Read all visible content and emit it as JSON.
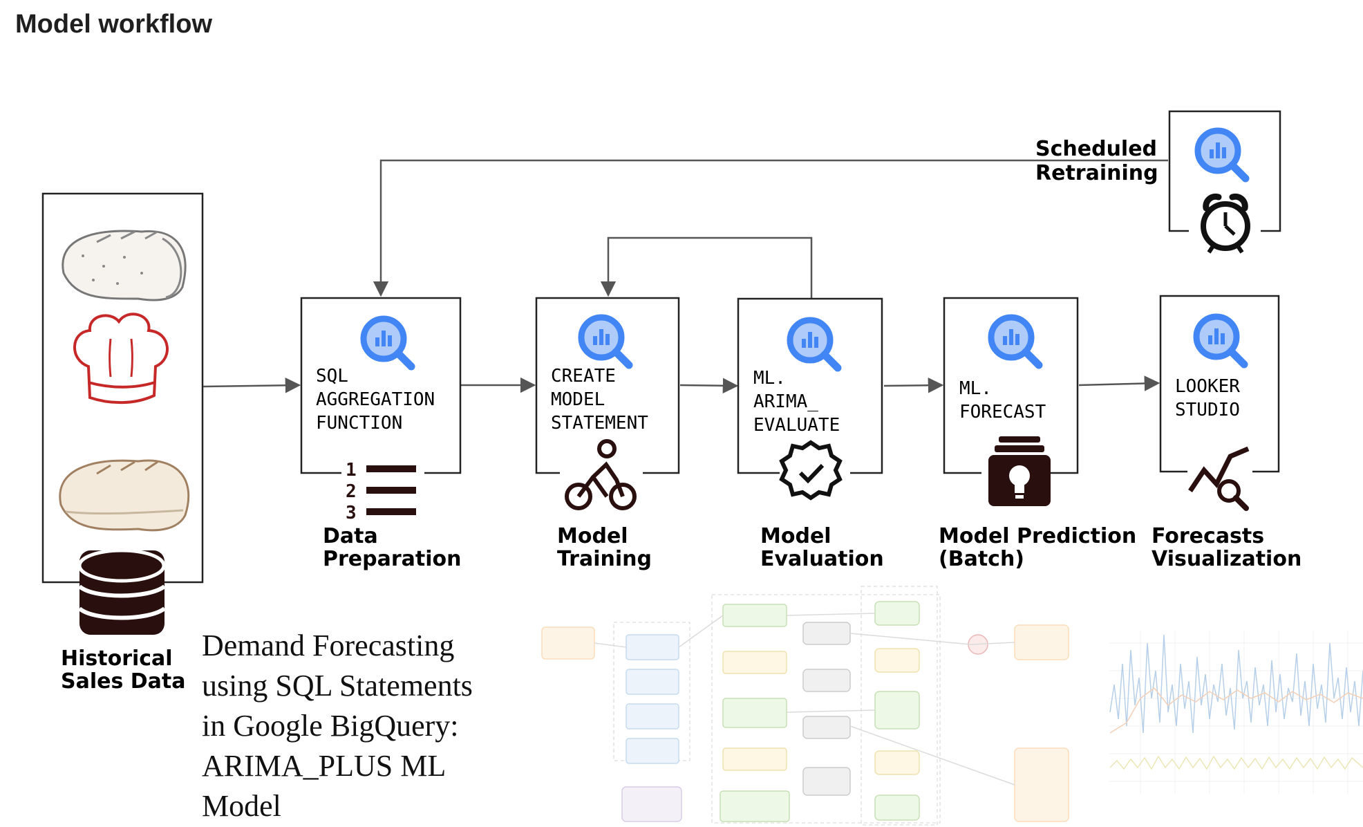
{
  "page": {
    "title": "Model workflow"
  },
  "diagram": {
    "scheduled": {
      "line1": "Scheduled",
      "line2": "Retraining",
      "icons": [
        "bigquery-icon",
        "alarm-clock-icon"
      ]
    },
    "input": {
      "icons": [
        "bread-loaf-icon",
        "chef-hat-icon",
        "bread-loaf-icon",
        "database-icon"
      ],
      "caption1": "Historical",
      "caption2": "Sales Data"
    },
    "steps": [
      {
        "lines": [
          "SQL",
          "AGGREGATION",
          "FUNCTION"
        ],
        "caption1": "Data",
        "caption2": "Preparation",
        "icon": "numbered-list-icon"
      },
      {
        "lines": [
          "CREATE",
          "MODEL",
          "STATEMENT"
        ],
        "caption1": "Model",
        "caption2": "Training",
        "icon": "cyclist-icon"
      },
      {
        "lines": [
          "ML.",
          "ARIMA_",
          "EVALUATE"
        ],
        "caption1": "Model",
        "caption2": "Evaluation",
        "icon": "check-badge-icon"
      },
      {
        "lines": [
          "ML.",
          "FORECAST"
        ],
        "caption1": "Model Prediction",
        "caption2": "(Batch)",
        "icon": "lightbulb-server-icon"
      },
      {
        "lines": [
          "LOOKER",
          "STUDIO"
        ],
        "caption1": "Forecasts",
        "caption2": "Visualization",
        "icon": "chart-magnifier-icon"
      }
    ]
  },
  "article": {
    "title_lines": [
      "Demand Forecasting",
      "using SQL Statements",
      "in Google BigQuery:",
      "ARIMA_PLUS ML",
      "Model"
    ]
  },
  "colors": {
    "bigquery_blue": "#4285f4",
    "bigquery_light": "#aecbfa",
    "chef_red": "#c62828",
    "ink": "#111111",
    "line": "#555555"
  }
}
